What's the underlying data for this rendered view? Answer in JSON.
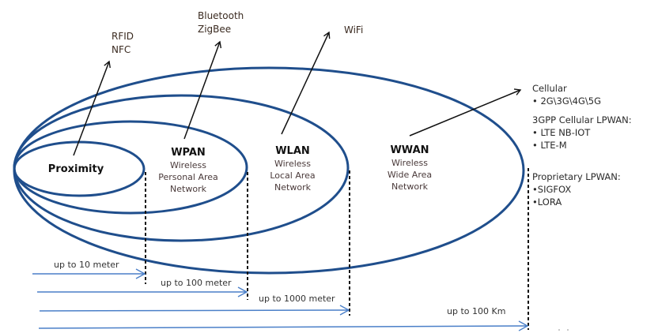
{
  "colors": {
    "ellipse": "#1f4e8c",
    "range_arrow": "#4a7fc8",
    "pointer_arrow": "#111111",
    "dotted": "#111111"
  },
  "zones": [
    {
      "title": "Proximity",
      "lines": []
    },
    {
      "title": "WPAN",
      "lines": [
        "Wireless",
        "Personal Area",
        "Network"
      ]
    },
    {
      "title": "WLAN",
      "lines": [
        "Wireless",
        "Local Area",
        "Network"
      ]
    },
    {
      "title": "WWAN",
      "lines": [
        "Wireless",
        "Wide Area",
        "Network"
      ]
    }
  ],
  "technologies": {
    "proximity": [
      "RFID",
      "NFC"
    ],
    "wpan": [
      "Bluetooth",
      "ZigBee"
    ],
    "wlan": [
      "WiFi"
    ]
  },
  "wwan_list": {
    "groups": [
      {
        "heading": "Cellular",
        "items": [
          "• 2G\\3G\\4G\\5G"
        ]
      },
      {
        "heading": "3GPP Cellular LPWAN:",
        "items": [
          "• LTE NB-IOT",
          "• LTE-M"
        ]
      },
      {
        "heading": "Proprietary LPWAN:",
        "items": [
          "•SIGFOX",
          "•LORA"
        ]
      }
    ]
  },
  "ranges": [
    {
      "label": "up to 10 meter"
    },
    {
      "label": "up to 100 meter"
    },
    {
      "label": "up to 1000 meter"
    },
    {
      "label": "up to 100 Km"
    }
  ]
}
